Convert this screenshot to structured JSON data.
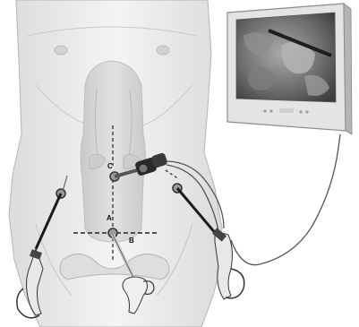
{
  "illustration": {
    "port_labels": {
      "c": "C",
      "a": "A",
      "b": "B"
    },
    "colors": {
      "body_fill": "#efefef",
      "body_stroke": "#b5b5b5",
      "organ_fill": "#d6d6d6",
      "instrument": "#1a1a1a",
      "cable": "#444444",
      "monitor_frame": "#e4e4e4",
      "monitor_screen": "#6a6a6a"
    }
  }
}
